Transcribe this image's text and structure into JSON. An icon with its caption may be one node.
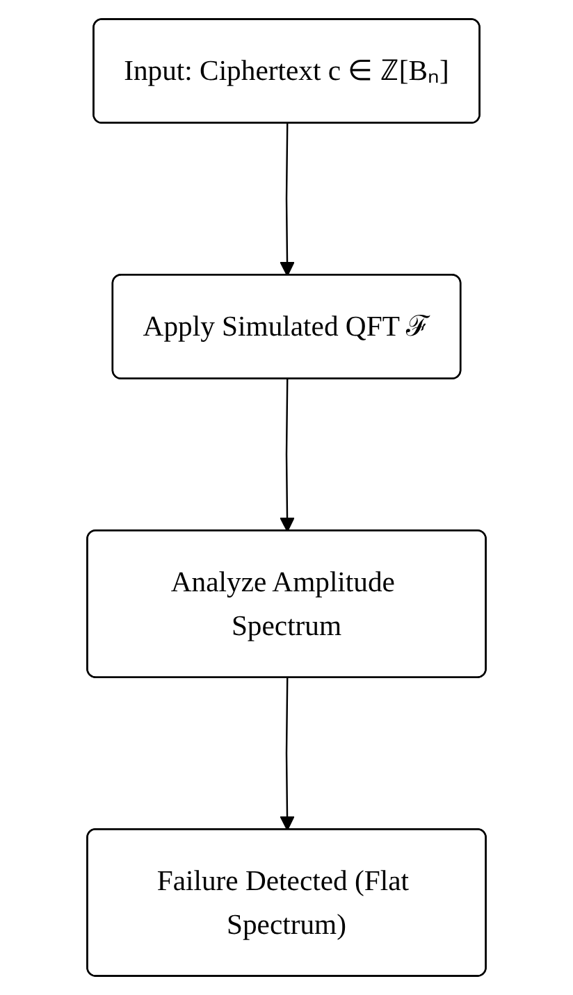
{
  "diagram": {
    "nodes": [
      {
        "text": [
          "Input: Ciphertext c ∈ ℤ[Bₙ]"
        ]
      },
      {
        "text": [
          "Apply Simulated QFT ℱ"
        ]
      },
      {
        "text": [
          "Analyze Amplitude Spectrum"
        ]
      },
      {
        "text": [
          "Failure Detected (Flat Spectrum)"
        ]
      }
    ],
    "edges": [
      {
        "from": 0,
        "to": 1,
        "arrow": "to"
      },
      {
        "from": 1,
        "to": 2,
        "arrow": "to"
      },
      {
        "from": 2,
        "to": 3,
        "arrow": "to"
      }
    ]
  }
}
